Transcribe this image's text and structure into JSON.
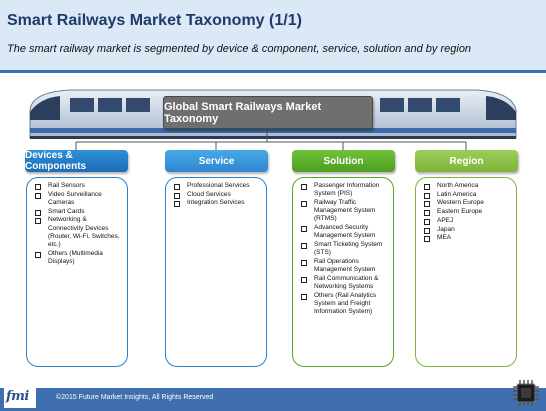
{
  "header": {
    "title": "Smart Railways Market Taxonomy (1/1)",
    "subtitle": "The smart railway market is segmented by device & component, service, solution and by region"
  },
  "center": {
    "label": "Global Smart Railways Market Taxonomy"
  },
  "categories": [
    {
      "label": "Devices & Components",
      "items": [
        "Rail Sensors",
        "Video Surveillance Cameras",
        "Smart Cards",
        "Networking & Connectivity Devices (Router, Wi-Fi, Switches, etc.)",
        "Others (Multimedia Displays)"
      ]
    },
    {
      "label": "Service",
      "items": [
        "Professional Services",
        "Cloud Services",
        "Integration Services"
      ]
    },
    {
      "label": "Solution",
      "items": [
        "Passenger Information System (PIS)",
        "Railway Traffic Management System (RTMS)",
        "Advanced Security Management System",
        "Smart Ticketing System (STS)",
        "Rail Operations Management System",
        "Rail Communication & Networking Systems",
        "Others (Rail Analytics System and Freight Information System)"
      ]
    },
    {
      "label": "Region",
      "items": [
        "North America",
        "Latin America",
        "Western Europe",
        "Eastern Europe",
        "APEJ",
        "Japan",
        "MEA"
      ]
    }
  ],
  "footer": {
    "logo": "fmi",
    "copyright": "©2015 Future Market Insights, All Rights Reserved"
  },
  "colors": {
    "header_bg": "#dbe9f6",
    "title": "#1f3a6b",
    "devices": "#1c6db5",
    "service": "#2e86cf",
    "solution": "#4d9e22",
    "region": "#7eb43a",
    "footer_bg": "#3f6fae"
  },
  "icons": [
    "train-illustration",
    "chip-icon"
  ]
}
